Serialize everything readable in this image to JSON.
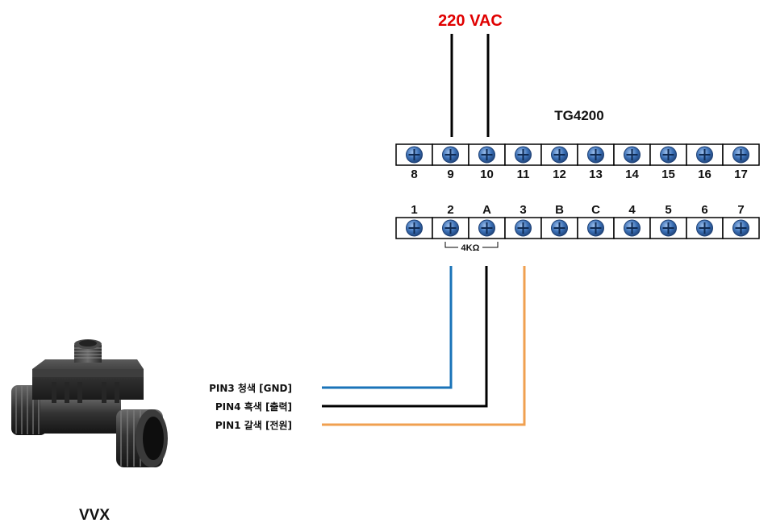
{
  "power_label": "220 VAC",
  "controller_model": "TG4200",
  "top_terminals": [
    "8",
    "9",
    "10",
    "11",
    "12",
    "13",
    "14",
    "15",
    "16",
    "17"
  ],
  "bottom_terminals": [
    "1",
    "2",
    "A",
    "3",
    "B",
    "C",
    "4",
    "5",
    "6",
    "7"
  ],
  "resistor_label": "4KΩ",
  "sensor_pins": [
    {
      "label": "PIN3 청색 [GND]",
      "color": "#1a73b8",
      "terminal": "2"
    },
    {
      "label": "PIN4 흑색 [출력]",
      "color": "#000000",
      "terminal": "A"
    },
    {
      "label": "PIN1 갈색 [전원]",
      "color": "#f0a050",
      "terminal": "3"
    }
  ],
  "sensor_name": "VVX",
  "colors": {
    "power_text": "#e00000",
    "screw": "#3a6fb5",
    "wire_power": "#000000"
  }
}
